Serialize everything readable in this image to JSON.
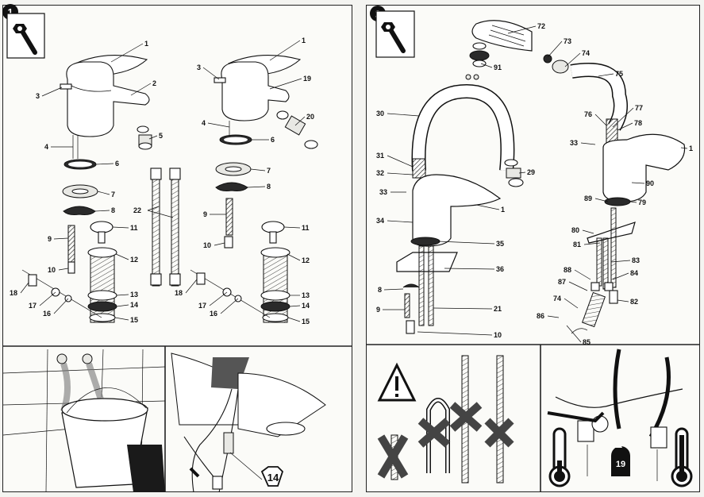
{
  "left_page": {
    "step_number": "1",
    "labels_a": [
      "1",
      "2",
      "3",
      "4",
      "5",
      "6",
      "7",
      "8",
      "9",
      "10",
      "11",
      "12",
      "13",
      "14",
      "15",
      "16",
      "17",
      "18"
    ],
    "label_22": "22",
    "labels_b": [
      "1",
      "19",
      "3",
      "4",
      "20",
      "6",
      "7",
      "8",
      "9",
      "10",
      "11",
      "12",
      "13",
      "14",
      "15",
      "16",
      "17",
      "18"
    ],
    "callout_14": "14"
  },
  "right_page": {
    "step_number": "2",
    "labels": [
      "72",
      "73",
      "74",
      "91",
      "75",
      "30",
      "77",
      "76",
      "78",
      "33",
      "1",
      "31",
      "29",
      "32",
      "90",
      "33",
      "89",
      "79",
      "1",
      "34",
      "80",
      "35",
      "81",
      "83",
      "36",
      "88",
      "84",
      "8",
      "87",
      "82",
      "9",
      "21",
      "74",
      "86",
      "10",
      "85"
    ],
    "callout_19": "19"
  },
  "colors": {
    "ink": "#111111",
    "paper": "#fbfbf8"
  },
  "icons": [
    "wrench-icon",
    "warning-icon",
    "thermometer-cold-icon",
    "thermometer-hot-icon"
  ]
}
